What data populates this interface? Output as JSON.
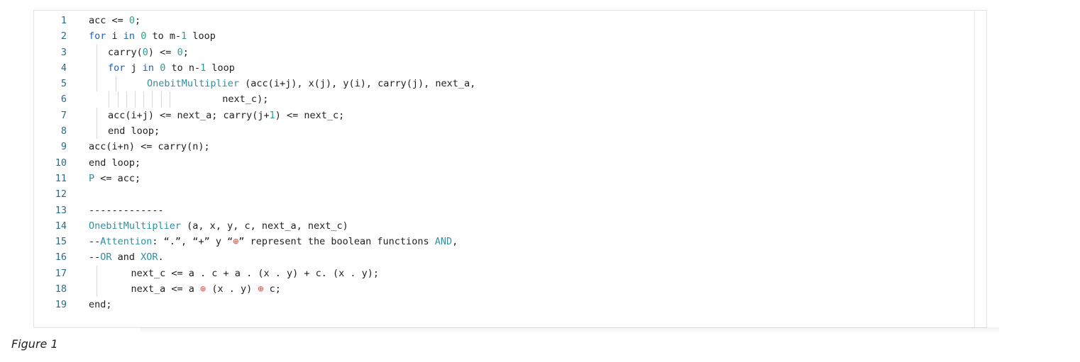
{
  "caption": "Figure 1",
  "colors": {
    "keyword": "#1d5fbf",
    "number": "#2a9d8f",
    "function": "#2f8fa0",
    "xor_symbol": "#d9534f",
    "line_number": "#2a6a8a"
  },
  "lines": [
    {
      "n": "1",
      "guides": [],
      "tokens": [
        [
          "acc <= ",
          ""
        ],
        [
          "0",
          "num"
        ],
        [
          ";",
          ""
        ]
      ]
    },
    {
      "n": "2",
      "guides": [],
      "tokens": [
        [
          "for",
          "kw"
        ],
        [
          " i ",
          ""
        ],
        [
          "in",
          "kw"
        ],
        [
          " ",
          ""
        ],
        [
          "0",
          "num"
        ],
        [
          " to m-",
          ""
        ],
        [
          "1",
          "num"
        ],
        [
          " loop",
          ""
        ]
      ]
    },
    {
      "n": "3",
      "guides": [
        1
      ],
      "tokens": [
        [
          "carry(",
          ""
        ],
        [
          "0",
          "num"
        ],
        [
          ") <= ",
          ""
        ],
        [
          "0",
          "num"
        ],
        [
          ";",
          ""
        ]
      ]
    },
    {
      "n": "4",
      "guides": [
        1
      ],
      "tokens": [
        [
          "for",
          "kw"
        ],
        [
          " j ",
          ""
        ],
        [
          "in",
          "kw"
        ],
        [
          " ",
          ""
        ],
        [
          "0",
          "num"
        ],
        [
          " to n-",
          ""
        ],
        [
          "1",
          "num"
        ],
        [
          " loop",
          ""
        ]
      ]
    },
    {
      "n": "5",
      "guides": [
        1,
        2
      ],
      "tokens": [
        [
          "OnebitMultiplier",
          "fn"
        ],
        [
          " (acc(i+j), x(j), y(i), carry(j), next_a,",
          ""
        ]
      ]
    },
    {
      "n": "6",
      "guides": [
        1,
        2,
        3,
        4,
        5,
        6,
        7,
        8
      ],
      "tokens": [
        [
          "                  next_c);",
          ""
        ]
      ]
    },
    {
      "n": "7",
      "guides": [
        1
      ],
      "tokens": [
        [
          "acc(i+j) <= next_a; carry(j+",
          ""
        ],
        [
          "1",
          "num"
        ],
        [
          ") <= next_c;",
          ""
        ]
      ]
    },
    {
      "n": "8",
      "guides": [
        1
      ],
      "tokens": [
        [
          "end loop;",
          ""
        ]
      ]
    },
    {
      "n": "9",
      "guides": [],
      "tokens": [
        [
          "acc(i+n) <= carry(n);",
          ""
        ]
      ]
    },
    {
      "n": "10",
      "guides": [],
      "tokens": [
        [
          "end loop;",
          ""
        ]
      ]
    },
    {
      "n": "11",
      "guides": [],
      "tokens": [
        [
          "P",
          "fn"
        ],
        [
          " <= acc;",
          ""
        ]
      ]
    },
    {
      "n": "12",
      "guides": [],
      "tokens": []
    },
    {
      "n": "13",
      "guides": [],
      "tokens": [
        [
          "-------------",
          ""
        ]
      ]
    },
    {
      "n": "14",
      "guides": [],
      "tokens": [
        [
          "OnebitMultiplier",
          "fn"
        ],
        [
          " (a, x, y, c, next_a, next_c)",
          ""
        ]
      ]
    },
    {
      "n": "15",
      "guides": [],
      "tokens": [
        [
          "--",
          ""
        ],
        [
          "Attention",
          "fn"
        ],
        [
          ": “.”, “+” y “",
          ""
        ],
        [
          "⊕",
          "sym"
        ],
        [
          "” represent the boolean functions ",
          ""
        ],
        [
          "AND",
          "fn"
        ],
        [
          ",",
          ""
        ]
      ]
    },
    {
      "n": "16",
      "guides": [],
      "tokens": [
        [
          "--",
          ""
        ],
        [
          "OR",
          "fn"
        ],
        [
          " and ",
          ""
        ],
        [
          "XOR",
          "fn"
        ],
        [
          ".",
          ""
        ]
      ]
    },
    {
      "n": "17",
      "guides": [
        1
      ],
      "tokens": [
        [
          "    next_c <= a . c + a . (x . y) + c. (x . y);",
          ""
        ]
      ]
    },
    {
      "n": "18",
      "guides": [
        1
      ],
      "tokens": [
        [
          "    next_a <= a ",
          ""
        ],
        [
          "⊕",
          "sym"
        ],
        [
          " (x . y) ",
          ""
        ],
        [
          "⊕",
          "sym"
        ],
        [
          " c;",
          ""
        ]
      ]
    },
    {
      "n": "19",
      "guides": [],
      "tokens": [
        [
          "end;",
          ""
        ]
      ]
    }
  ]
}
